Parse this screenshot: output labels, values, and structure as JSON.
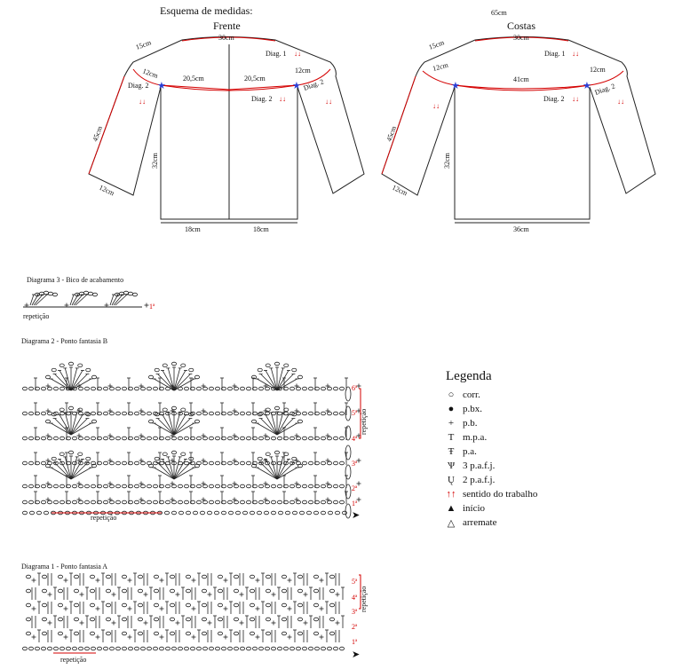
{
  "schema": {
    "title": "Esquema de medidas:",
    "front_title": "Frente",
    "back_title": "Costas",
    "back_total": "65cm",
    "front": {
      "collar": "30cm",
      "diag1": "Diag. 1",
      "shoulder_left": "15cm",
      "yoke_left": "12cm",
      "yoke_right": "12cm",
      "chest_left": "20,5cm",
      "chest_right": "20,5cm",
      "diag2_left": "Diag. 2",
      "diag2_center": "Diag. 2",
      "diag2_right": "Diag. 2",
      "sleeve": "45cm",
      "cuff": "12cm",
      "body_height": "32cm",
      "hem_left": "18cm",
      "hem_right": "18cm"
    },
    "back": {
      "collar": "30cm",
      "diag1": "Diag. 1",
      "shoulder_left": "15cm",
      "yoke_left": "12cm",
      "yoke_right": "12cm",
      "chest": "41cm",
      "diag2_center": "Diag. 2",
      "diag2_right": "Diag. 2",
      "sleeve": "45cm",
      "cuff": "12cm",
      "body_height": "32cm",
      "hem": "36cm"
    },
    "arrows": "↓↓"
  },
  "diagram3": {
    "title": "Diagrama 3 - Bico de acabamento",
    "repeat": "repetição",
    "row": "1ª"
  },
  "diagram2": {
    "title": "Diagrama 2 - Ponto fantasia B",
    "repeat_bottom": "repetição",
    "repeat_side": "repetição",
    "rows": [
      "1ª",
      "2ª",
      "3ª",
      "4ª",
      "5ª",
      "6ª"
    ]
  },
  "diagram1": {
    "title": "Diagrama 1 - Ponto fantasia A",
    "repeat_bottom": "repetição",
    "repeat_side": "repetição",
    "rows": [
      "1ª",
      "2ª",
      "3ª",
      "4ª",
      "5ª"
    ]
  },
  "legend": {
    "title": "Legenda",
    "items": [
      {
        "symbol": "○",
        "label": "corr.",
        "icon": "chain-icon"
      },
      {
        "symbol": "●",
        "label": "p.bx.",
        "icon": "slip-stitch-icon"
      },
      {
        "symbol": "+",
        "label": "p.b.",
        "icon": "single-crochet-icon"
      },
      {
        "symbol": "T",
        "label": "m.p.a.",
        "icon": "half-double-icon"
      },
      {
        "symbol": "Ŧ",
        "label": "p.a.",
        "icon": "double-crochet-icon"
      },
      {
        "symbol": "Ѱ",
        "label": "3 p.a.f.j.",
        "icon": "three-dc-together-icon"
      },
      {
        "symbol": "Ų",
        "label": "2 p.a.f.j.",
        "icon": "two-dc-together-icon"
      },
      {
        "symbol": "↑↑",
        "label": "sentido do trabalho",
        "icon": "work-direction-icon",
        "color": "#d40000"
      },
      {
        "symbol": "▲",
        "label": "início",
        "icon": "start-icon"
      },
      {
        "symbol": "△",
        "label": "arremate",
        "icon": "finish-icon"
      }
    ]
  },
  "colors": {
    "accent": "#d40000",
    "marker": "#2a3fd6",
    "line": "#222222"
  }
}
